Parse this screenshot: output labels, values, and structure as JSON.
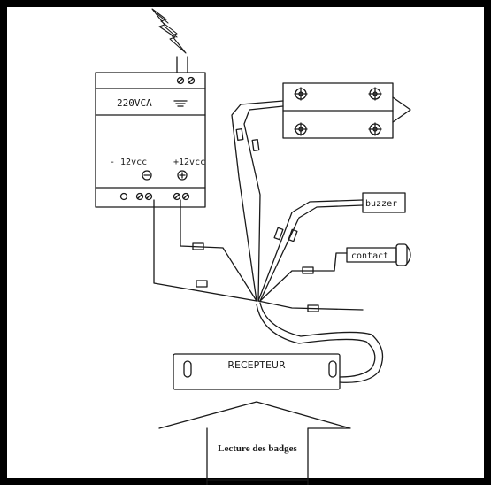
{
  "diagram": {
    "power_supply": {
      "input_label": "220VCA",
      "negative_label": "- 12vcc",
      "positive_label": "+12vcc"
    },
    "buzzer_label": "buzzer",
    "contact_label": "contact",
    "receiver_label": "RECEPTEUR",
    "badge_arrow_label": "Lecture des badges"
  },
  "colors": {
    "ink": "#1a1a1a",
    "paper": "#ffffff",
    "frame": "#000000"
  }
}
